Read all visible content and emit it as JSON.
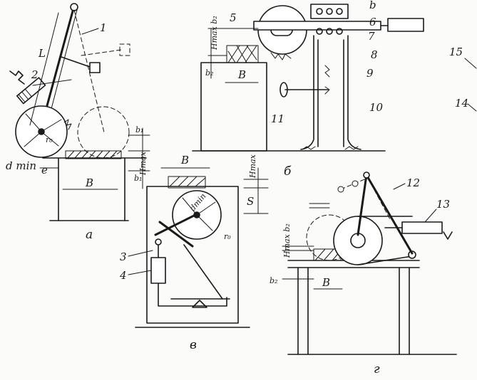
{
  "figure": {
    "panels": [
      {
        "id": "a",
        "caption": "а"
      },
      {
        "id": "b",
        "caption": "б"
      },
      {
        "id": "v",
        "caption": "в"
      },
      {
        "id": "g",
        "caption": "г"
      }
    ]
  },
  "labels": {
    "n1": "1",
    "n2": "2",
    "n3": "3",
    "n4": "4",
    "n5": "5",
    "n6": "6",
    "n7": "7",
    "n8": "8",
    "n9": "9",
    "n10": "10",
    "n11": "11",
    "n12": "12",
    "n13": "13",
    "n14": "14",
    "n15": "15",
    "L": "L",
    "dmin": "d min",
    "r0": "r₀",
    "e": "e",
    "B": "B",
    "b1": "b₁",
    "b2": "b₂",
    "b": "b",
    "hmax": "Hmax",
    "hmaxb2": "Hmax b₂",
    "S": "S",
    "dmin_v": "dmin"
  }
}
